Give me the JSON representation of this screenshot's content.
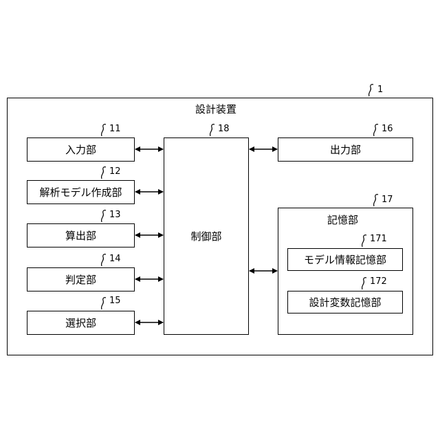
{
  "device": {
    "title": "設計装置",
    "ref": "1"
  },
  "input": {
    "label": "入力部",
    "ref": "11"
  },
  "analysis_model": {
    "label": "解析モデル作成部",
    "ref": "12"
  },
  "calc": {
    "label": "算出部",
    "ref": "13"
  },
  "judge": {
    "label": "判定部",
    "ref": "14"
  },
  "select": {
    "label": "選択部",
    "ref": "15"
  },
  "output": {
    "label": "出力部",
    "ref": "16"
  },
  "storage": {
    "label": "記憶部",
    "ref": "17",
    "model_info": {
      "label": "モデル情報記憶部",
      "ref": "171"
    },
    "design_var": {
      "label": "設計変数記憶部",
      "ref": "172"
    }
  },
  "control": {
    "label": "制御部",
    "ref": "18"
  }
}
